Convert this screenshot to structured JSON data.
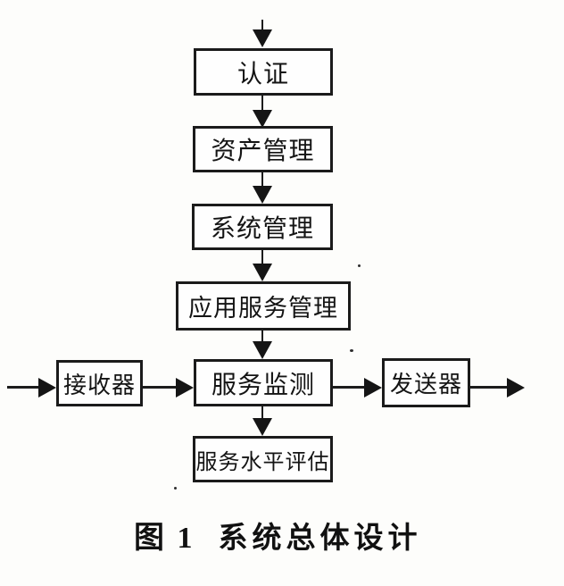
{
  "diagram": {
    "nodes": {
      "auth": "认证",
      "asset_mgmt": "资产管理",
      "system_mgmt": "系统管理",
      "app_service_mgmt": "应用服务管理",
      "service_monitoring": "服务监测",
      "service_level_eval": "服务水平评估",
      "receiver": "接收器",
      "sender": "发送器"
    },
    "edges": [
      {
        "from": "external-top",
        "to": "auth"
      },
      {
        "from": "auth",
        "to": "asset_mgmt"
      },
      {
        "from": "asset_mgmt",
        "to": "system_mgmt"
      },
      {
        "from": "system_mgmt",
        "to": "app_service_mgmt"
      },
      {
        "from": "app_service_mgmt",
        "to": "service_monitoring"
      },
      {
        "from": "service_monitoring",
        "to": "service_level_eval"
      },
      {
        "from": "external-left",
        "to": "receiver"
      },
      {
        "from": "receiver",
        "to": "service_monitoring"
      },
      {
        "from": "service_monitoring",
        "to": "sender"
      },
      {
        "from": "sender",
        "to": "external-right"
      }
    ]
  },
  "caption": {
    "prefix": "图 1",
    "title": "系统总体设计"
  },
  "colors": {
    "ink": "#161616",
    "line": "#1c1c1c",
    "paper": "#fdfdfb"
  }
}
